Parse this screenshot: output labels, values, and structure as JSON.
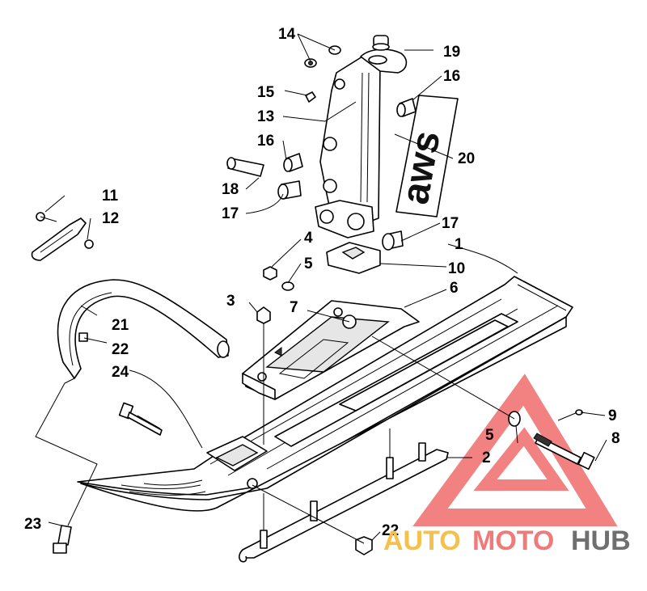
{
  "callouts": [
    {
      "id": "c14",
      "text": "14"
    },
    {
      "id": "c19",
      "text": "19"
    },
    {
      "id": "c16a",
      "text": "16"
    },
    {
      "id": "c15",
      "text": "15"
    },
    {
      "id": "c13",
      "text": "13"
    },
    {
      "id": "c16b",
      "text": "16"
    },
    {
      "id": "c20",
      "text": "20"
    },
    {
      "id": "c18",
      "text": "18"
    },
    {
      "id": "c17a",
      "text": "17"
    },
    {
      "id": "c11",
      "text": "11"
    },
    {
      "id": "c12",
      "text": "12"
    },
    {
      "id": "c17b",
      "text": "17"
    },
    {
      "id": "c4",
      "text": "4"
    },
    {
      "id": "c1",
      "text": "1"
    },
    {
      "id": "c5a",
      "text": "5"
    },
    {
      "id": "c10",
      "text": "10"
    },
    {
      "id": "c6",
      "text": "6"
    },
    {
      "id": "c3",
      "text": "3"
    },
    {
      "id": "c7",
      "text": "7"
    },
    {
      "id": "c21",
      "text": "21"
    },
    {
      "id": "c22a",
      "text": "22"
    },
    {
      "id": "c24",
      "text": "24"
    },
    {
      "id": "c9",
      "text": "9"
    },
    {
      "id": "c5b",
      "text": "5"
    },
    {
      "id": "c8",
      "text": "8"
    },
    {
      "id": "c2",
      "text": "2"
    },
    {
      "id": "c23",
      "text": "23"
    },
    {
      "id": "c22b",
      "text": "22"
    }
  ],
  "decal_text": "aws",
  "watermark": {
    "part1": "AUTO",
    "part2": "MOTO",
    "part3": "HUB",
    "colors": {
      "auto": "#f6c04a",
      "moto": "#f07a7a",
      "hub": "#6f6f6f",
      "triangle": "#f06b6b"
    }
  }
}
